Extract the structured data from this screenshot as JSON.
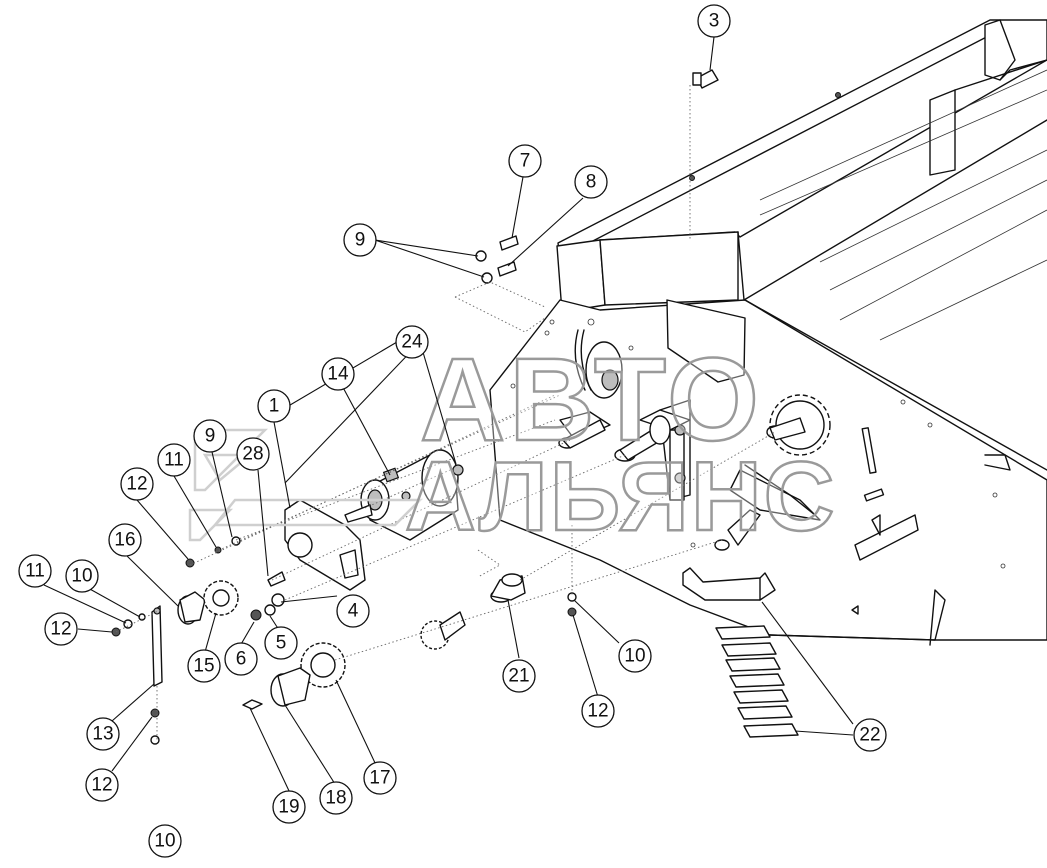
{
  "watermark": {
    "line1": "АВТО",
    "line2": "АЛЬЯНС"
  },
  "callouts": [
    {
      "id": "c3",
      "label": "3"
    },
    {
      "id": "c7",
      "label": "7"
    },
    {
      "id": "c8",
      "label": "8"
    },
    {
      "id": "c9a",
      "label": "9"
    },
    {
      "id": "c24",
      "label": "24"
    },
    {
      "id": "c14",
      "label": "14"
    },
    {
      "id": "c1",
      "label": "1"
    },
    {
      "id": "c9b",
      "label": "9"
    },
    {
      "id": "c11a",
      "label": "11"
    },
    {
      "id": "c28",
      "label": "28"
    },
    {
      "id": "c12a",
      "label": "12"
    },
    {
      "id": "c16",
      "label": "16"
    },
    {
      "id": "c11b",
      "label": "11"
    },
    {
      "id": "c10a",
      "label": "10"
    },
    {
      "id": "c12b",
      "label": "12"
    },
    {
      "id": "c15",
      "label": "15"
    },
    {
      "id": "c6",
      "label": "6"
    },
    {
      "id": "c5",
      "label": "5"
    },
    {
      "id": "c4",
      "label": "4"
    },
    {
      "id": "c13",
      "label": "13"
    },
    {
      "id": "c12c",
      "label": "12"
    },
    {
      "id": "c10b",
      "label": "10"
    },
    {
      "id": "c19",
      "label": "19"
    },
    {
      "id": "c18",
      "label": "18"
    },
    {
      "id": "c17",
      "label": "17"
    },
    {
      "id": "c21",
      "label": "21"
    },
    {
      "id": "c10c",
      "label": "10"
    },
    {
      "id": "c12d",
      "label": "12"
    },
    {
      "id": "c22",
      "label": "22"
    }
  ]
}
